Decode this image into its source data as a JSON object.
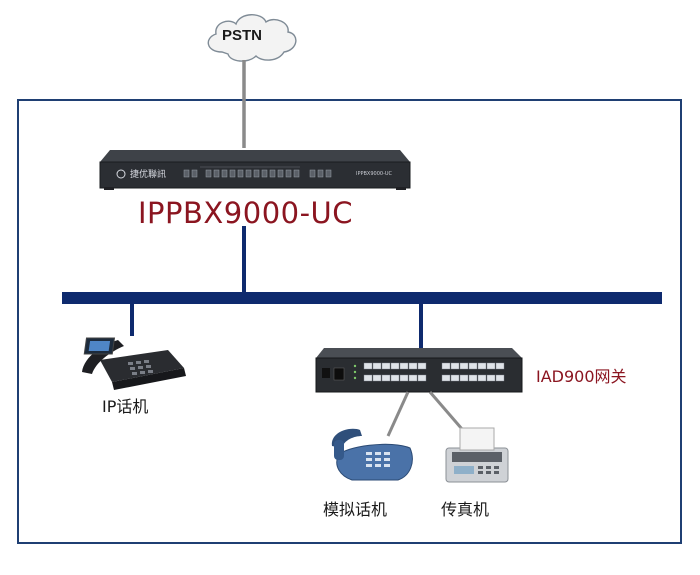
{
  "cloud": {
    "label": "PSTN"
  },
  "pbx": {
    "title": "IPPBX9000-UC",
    "brand_text": "捷优聯訊",
    "model_text": "IPPBX9000-UC"
  },
  "gateway": {
    "title": "IAD900网关"
  },
  "devices": {
    "ip_phone": "IP话机",
    "analog_phone": "模拟话机",
    "fax": "传真机"
  },
  "colors": {
    "bus": "#0e2a6e",
    "frame": "#1f3f73",
    "title_red": "#8b1520",
    "line_gray": "#8a8a8a"
  }
}
